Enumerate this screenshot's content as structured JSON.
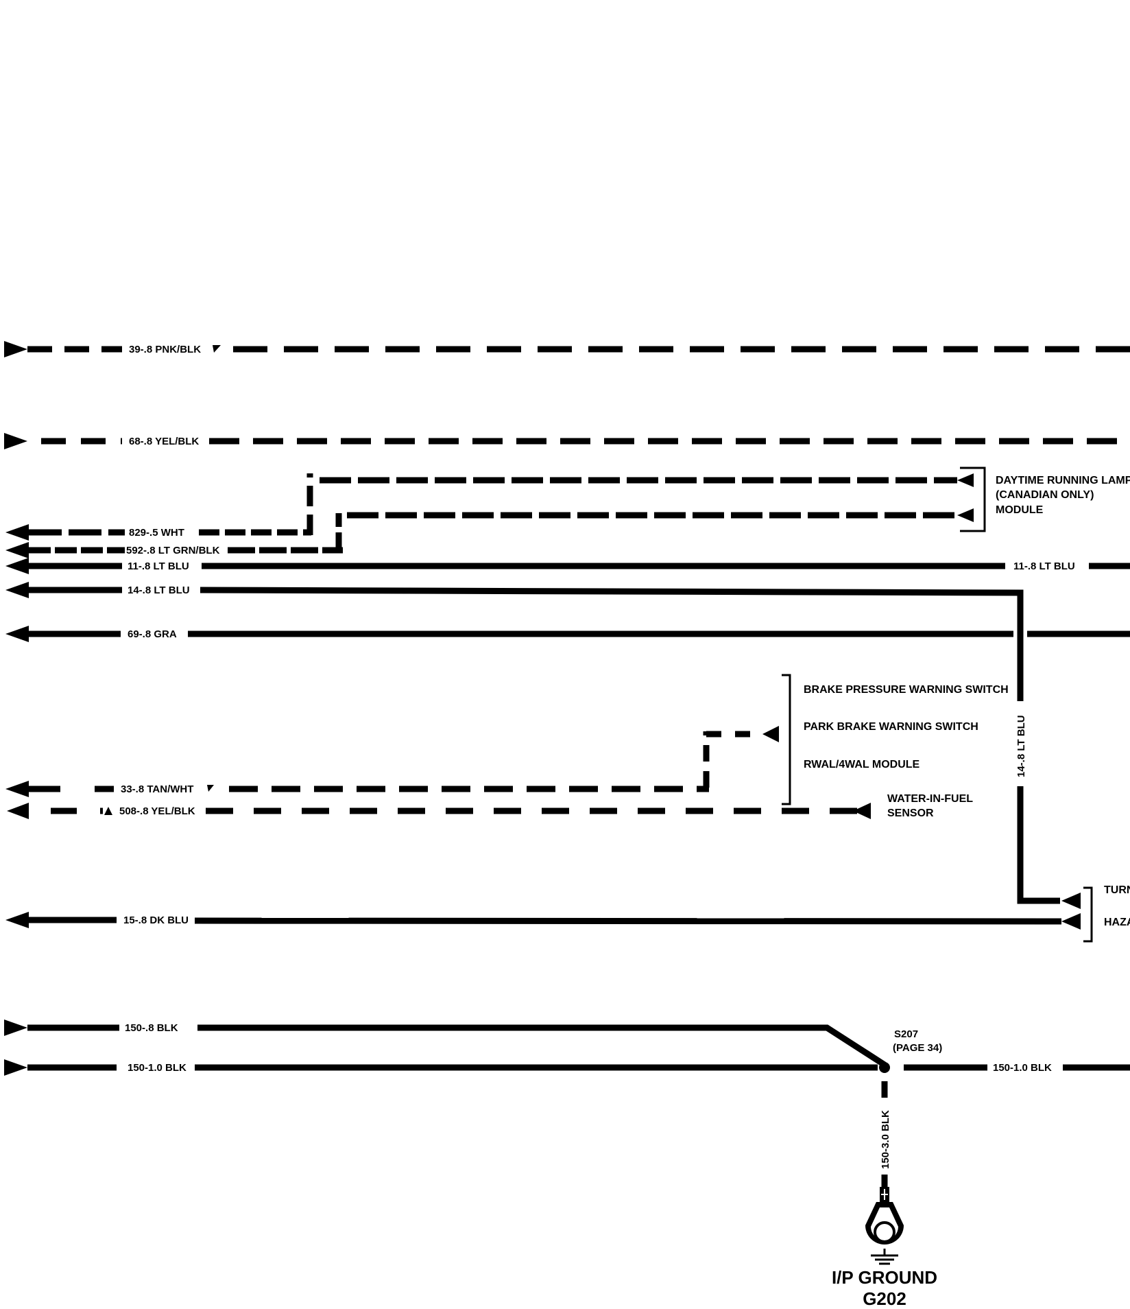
{
  "wires": {
    "w39": "39-.8 PNK/BLK",
    "w68": "68-.8 YEL/BLK",
    "w829": "829-.5 WHT",
    "w592": "592-.8 LT GRN/BLK",
    "w11_left": "11-.8 LT BLU",
    "w11_right": "11-.8 LT BLU",
    "w14": "14-.8 LT BLU",
    "w14_vertical": "14-.8 LT BLU",
    "w69": "69-.8 GRA",
    "w33": "33-.8 TAN/WHT",
    "w508": "508-.8 YEL/BLK",
    "w15": "15-.8 DK BLU",
    "w150_08": "150-.8 BLK",
    "w150_10_left": "150-1.0 BLK",
    "w150_10_right": "150-1.0 BLK",
    "w150_30": "150-3.0 BLK"
  },
  "components": {
    "drl_line1": "DAYTIME RUNNING LAMP",
    "drl_line2": "(CANADIAN ONLY)",
    "drl_line3": "MODULE",
    "brake_pressure": "BRAKE PRESSURE WARNING SWITCH",
    "park_brake": "PARK BRAKE WARNING SWITCH",
    "rwal": "RWAL/4WAL MODULE",
    "wif_line1": "WATER-IN-FUEL",
    "wif_line2": "SENSOR",
    "turn": "TURN",
    "hazard": "HAZARD"
  },
  "splice": {
    "id": "S207",
    "page_ref": "(PAGE 34)"
  },
  "ground": {
    "name": "I/P GROUND",
    "id": "G202"
  }
}
